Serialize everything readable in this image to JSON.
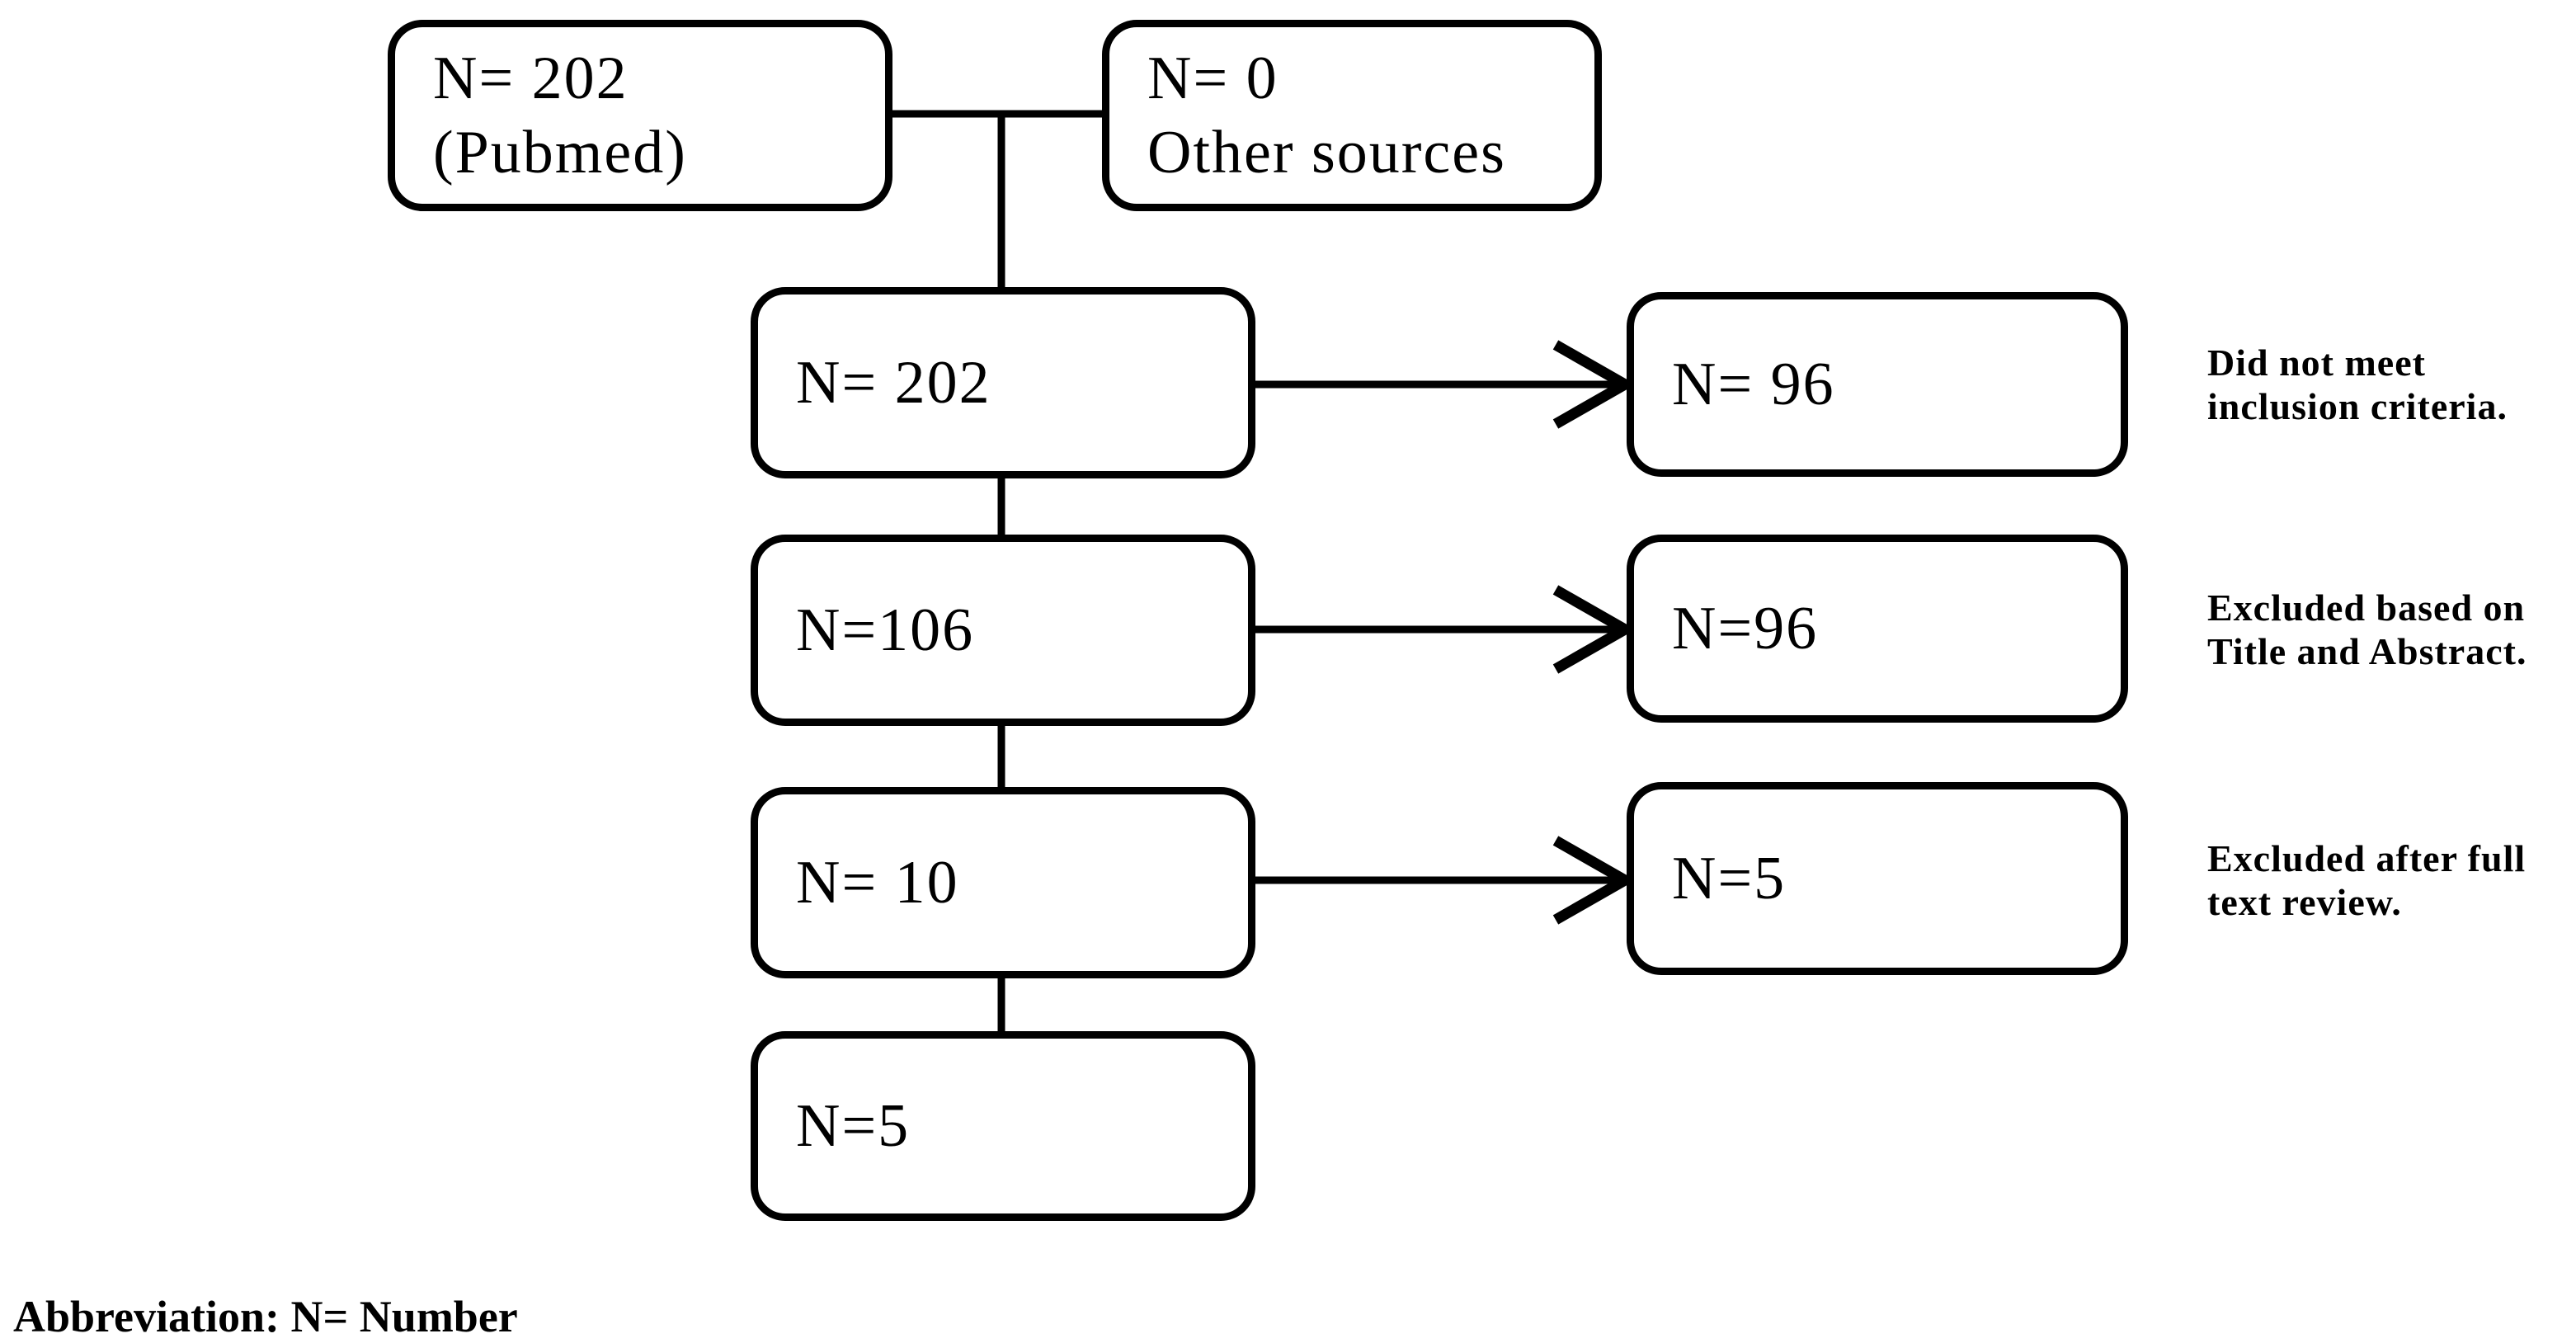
{
  "diagram": {
    "type": "flowchart",
    "colors": {
      "stroke": "#000000",
      "text": "#000000",
      "box_fill": "#ffffff",
      "background": "#ffffff"
    },
    "boxes": {
      "pubmed": {
        "line1": "N= 202",
        "line2": "(Pubmed)"
      },
      "other_sources": {
        "line1": "N= 0",
        "line2": "Other sources"
      },
      "records_screened": {
        "value": "N= 202"
      },
      "after_title_abstract": {
        "value": "N=106"
      },
      "full_text_assessed": {
        "value": "N= 10"
      },
      "included": {
        "value": "N=5"
      },
      "excluded_inclusion": {
        "value": "N= 96"
      },
      "excluded_title_abstract": {
        "value": "N=96"
      },
      "excluded_full_text": {
        "value": "N=5"
      }
    },
    "side_labels": [
      {
        "line1": "Did not meet",
        "line2": "inclusion criteria."
      },
      {
        "line1": "Excluded based on",
        "line2": "Title and Abstract."
      },
      {
        "line1": "Excluded after full",
        "line2": "text review."
      }
    ],
    "footer": "Abbreviation: N= Number"
  }
}
